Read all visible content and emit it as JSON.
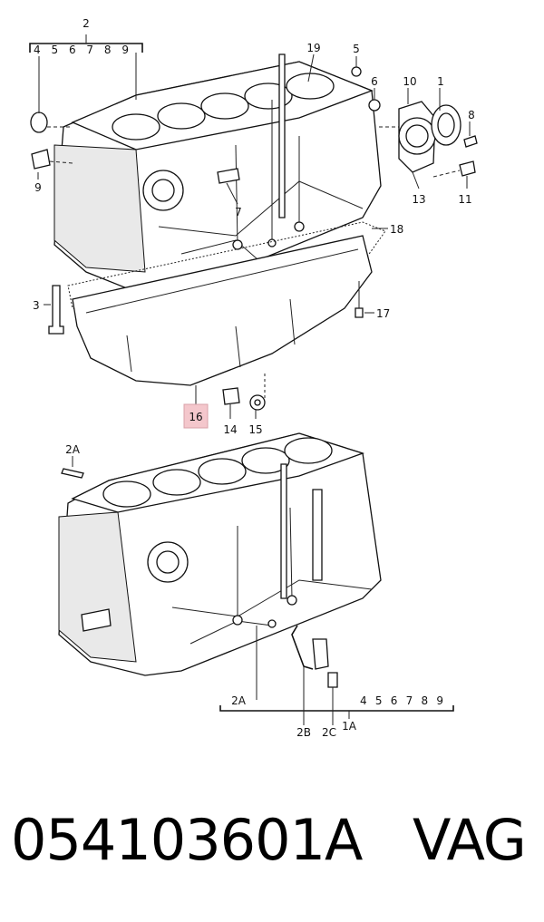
{
  "labels": {
    "group_2": "2",
    "group_2_items": "4 5 6 7 8 9",
    "l19": "19",
    "l5": "5",
    "l6": "6",
    "l10": "10",
    "l1": "1",
    "l8": "8",
    "l4": "4",
    "l9": "9",
    "l7": "7",
    "l13": "13",
    "l11": "11",
    "l18": "18",
    "l3": "3",
    "l17": "17",
    "l16": "16",
    "l14": "14",
    "l15": "15",
    "l2a_top": "2A",
    "l2a_bottom": "2A",
    "bottom_items": "4 5 6 7 8 9",
    "l2b": "2B",
    "l2c": "2C",
    "l1a": "1A"
  },
  "highlight_color": "#f4c7cc",
  "footer": {
    "part_number": "054103601A",
    "brand": "VAG"
  }
}
